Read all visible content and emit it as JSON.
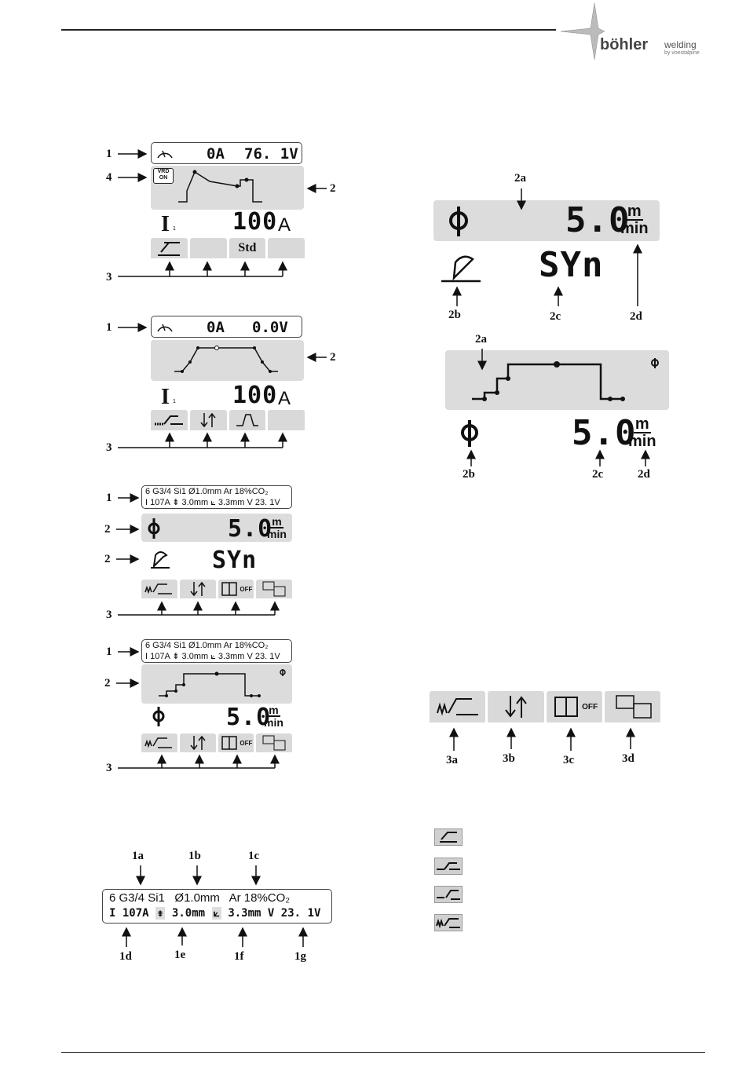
{
  "brand": {
    "name": "böhler",
    "suffix": "welding",
    "by": "by voestalpine"
  },
  "labels": {
    "n1": "1",
    "n2": "2",
    "n3": "3",
    "n4": "4",
    "a1a": "1a",
    "a1b": "1b",
    "a1c": "1c",
    "a1d": "1d",
    "a1e": "1e",
    "a1f": "1f",
    "a1g": "1g",
    "a2a": "2a",
    "a2b": "2b",
    "a2c": "2c",
    "a2d": "2d",
    "a3a": "3a",
    "a3b": "3b",
    "a3c": "3c",
    "a3d": "3d"
  },
  "d1": {
    "amps": "0A",
    "volts": "76. 1V",
    "vrd": "VRD",
    "vrd2": "ON",
    "param": "I",
    "sub": "1",
    "value": "100",
    "unit": "A",
    "tab3": "Std"
  },
  "d2": {
    "amps": "0A",
    "volts": "0.0V",
    "param": "I",
    "sub": "1",
    "value": "100",
    "unit": "A"
  },
  "d3": {
    "line1": "6 G3/4 Si1  Ø1.0mm  Ar 18%CO₂",
    "line2": "I  107A  ⇟  3.0mm  ⟀  3.3mm  V 23. 1V",
    "speed": "5.0",
    "unit_top": "m",
    "unit_bot": "min",
    "mode": "SYn",
    "off": "OFF"
  },
  "d4": {
    "line1": "6 G3/4 Si1  Ø1.0mm  Ar 18%CO₂",
    "line2": "I  107A  ⇟  3.0mm  ⟀  3.3mm  V 23. 1V",
    "speed": "5.0",
    "unit_top": "m",
    "unit_bot": "min",
    "off": "OFF"
  },
  "d5": {
    "l1_material": "6 G3/4 Si1",
    "l1_wire": "Ø1.0mm",
    "l1_gas": "Ar 18%CO₂",
    "l2_i": "I",
    "l2_amps": "107A",
    "l2_thick": "3.0mm",
    "l2_fillet": "3.3mm",
    "l2_v": "V",
    "l2_volts": "23. 1V"
  },
  "r1": {
    "speed": "5.0",
    "unit_top": "m",
    "unit_bot": "min",
    "mode": "SYn"
  },
  "r2": {
    "speed": "5.0",
    "unit_top": "m",
    "unit_bot": "min"
  },
  "r3": {
    "off": "OFF"
  }
}
